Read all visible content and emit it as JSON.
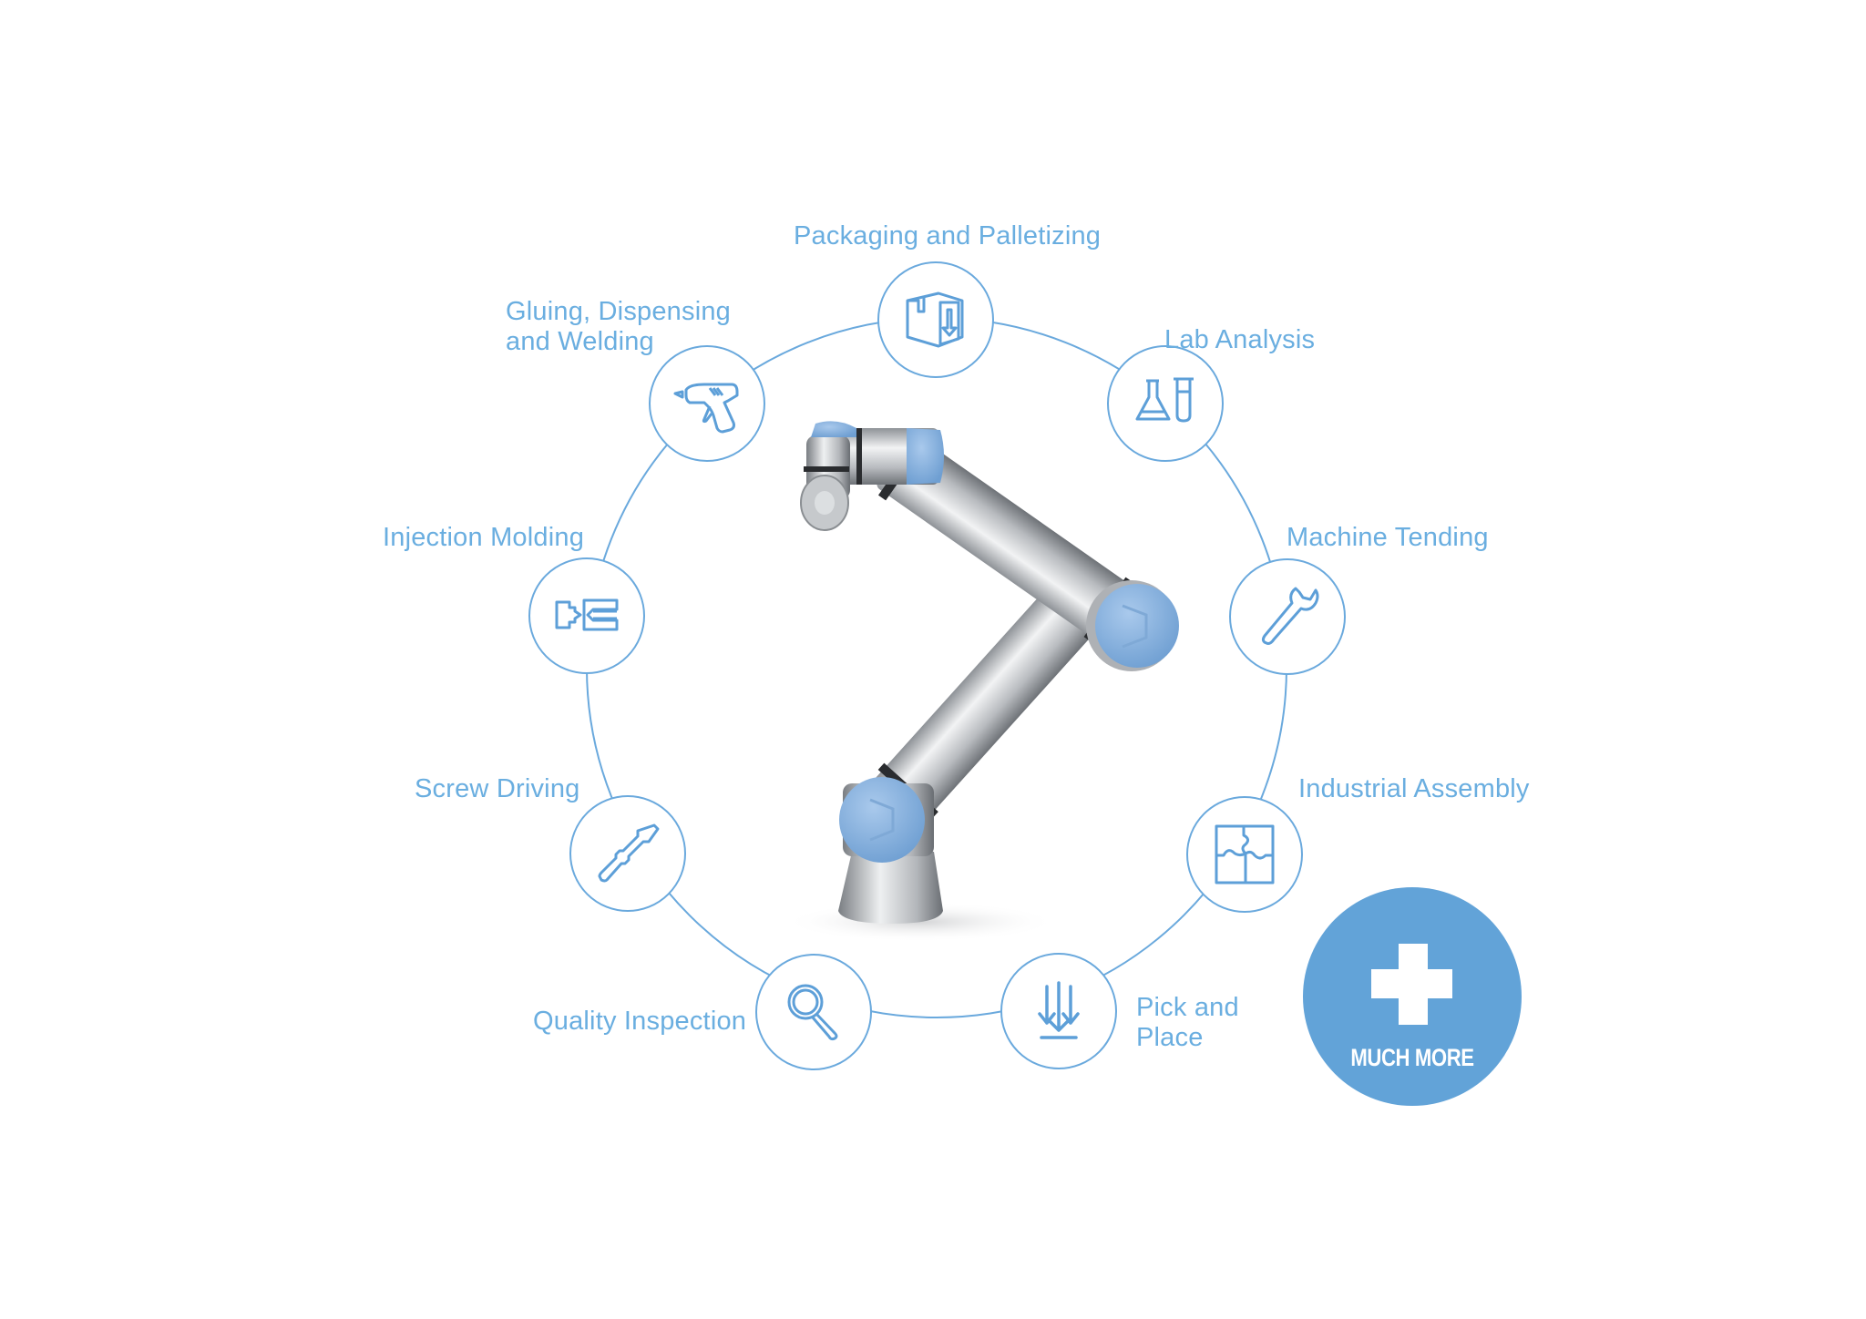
{
  "applications": [
    {
      "id": "packaging",
      "label": "Packaging and Palletizing",
      "icon": "box-down-arrow-icon"
    },
    {
      "id": "lab",
      "label": "Lab Analysis",
      "icon": "flask-test-tube-icon"
    },
    {
      "id": "machine",
      "label": "Machine Tending",
      "icon": "wrench-icon"
    },
    {
      "id": "assembly",
      "label": "Industrial Assembly",
      "icon": "puzzle-icon"
    },
    {
      "id": "pick",
      "label_line1": "Pick and",
      "label_line2": "Place",
      "icon": "down-arrows-icon"
    },
    {
      "id": "quality",
      "label": "Quality Inspection",
      "icon": "magnifier-icon"
    },
    {
      "id": "screw",
      "label": "Screw Driving",
      "icon": "screwdriver-icon"
    },
    {
      "id": "injection",
      "label": "Injection Molding",
      "icon": "injection-mold-icon"
    },
    {
      "id": "gluing",
      "label_line1": "Gluing, Dispensing",
      "label_line2": "and Welding",
      "icon": "glue-gun-icon"
    }
  ],
  "more_button": {
    "label": "MUCH MORE",
    "icon": "plus-icon"
  },
  "colors": {
    "accent": "#62A3D8",
    "line": "#6AA9DD",
    "label_text": "#6AAEE0",
    "robot_cap": "#8DB8E3"
  }
}
